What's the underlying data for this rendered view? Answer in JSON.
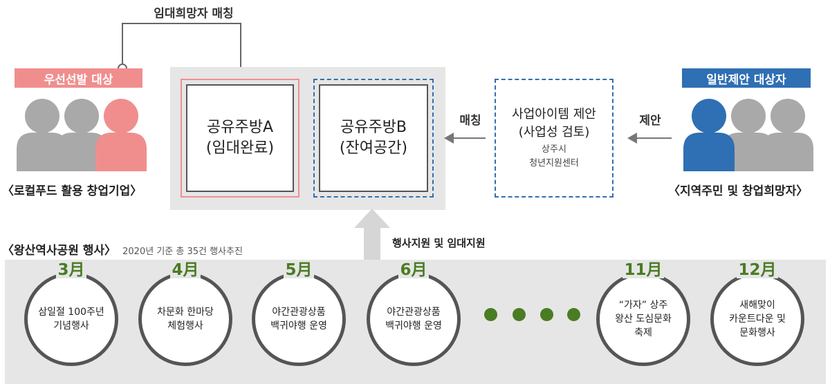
{
  "matching_top": "임대희망자 매칭",
  "left_group": {
    "tag": "우선선발 대상",
    "caption": "〈로컬푸드 활용 창업기업〉",
    "tag_color": "#f08e8e"
  },
  "right_group": {
    "tag": "일반제안 대상자",
    "caption": "〈지역주민 및 창업희망자〉",
    "tag_color": "#2f6fb3"
  },
  "kitchen_a": {
    "line1": "공유주방A",
    "line2": "(임대완료)"
  },
  "kitchen_b": {
    "line1": "공유주방B",
    "line2": "(잔여공간)"
  },
  "proposal": {
    "line1": "사업아이템 제안",
    "line2": "(사업성 검토)",
    "line3": "상주시",
    "line4": "청년지원센터"
  },
  "arrow_matching": "매칭",
  "arrow_proposal": "제안",
  "support_label": "행사지원 및 임대지원",
  "events_section": {
    "title": "〈왕산역사공원 행사〉",
    "subtitle": "2020년 기준 총 35건 행사추진",
    "events": [
      {
        "month": "3月",
        "line1": "삼일절 100주년",
        "line2": "기념행사",
        "line3": ""
      },
      {
        "month": "4月",
        "line1": "차문화 한마당",
        "line2": "체험행사",
        "line3": ""
      },
      {
        "month": "5月",
        "line1": "야간관광상품",
        "line2": "백귀야행 운영",
        "line3": ""
      },
      {
        "month": "6月",
        "line1": "야간관광상품",
        "line2": "백귀야행 운영",
        "line3": ""
      },
      {
        "month": "11月",
        "line1": "“가자” 상주",
        "line2": "왕산 도심문화",
        "line3": "축제"
      },
      {
        "month": "12月",
        "line1": "새해맞이",
        "line2": "카운트다운 및",
        "line3": "문화행사"
      }
    ]
  },
  "colors": {
    "accent_green": "#4a7c24",
    "panel_gray": "#e6e6e6",
    "person_gray": "#a9a9a9",
    "pink": "#f08e8e",
    "blue": "#2f6fb3"
  }
}
